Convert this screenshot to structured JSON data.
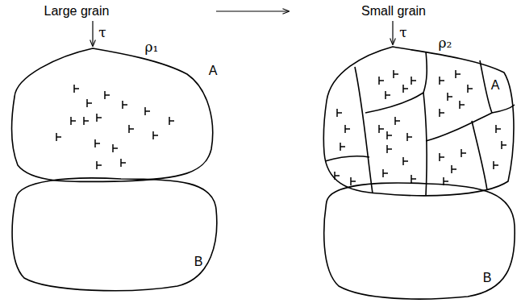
{
  "diagram": {
    "labels": [
      "Large grain",
      "Small grain",
      "τ",
      "ρ₁",
      "A",
      "B",
      "τ",
      "ρ₂",
      "A",
      "B"
    ]
  }
}
